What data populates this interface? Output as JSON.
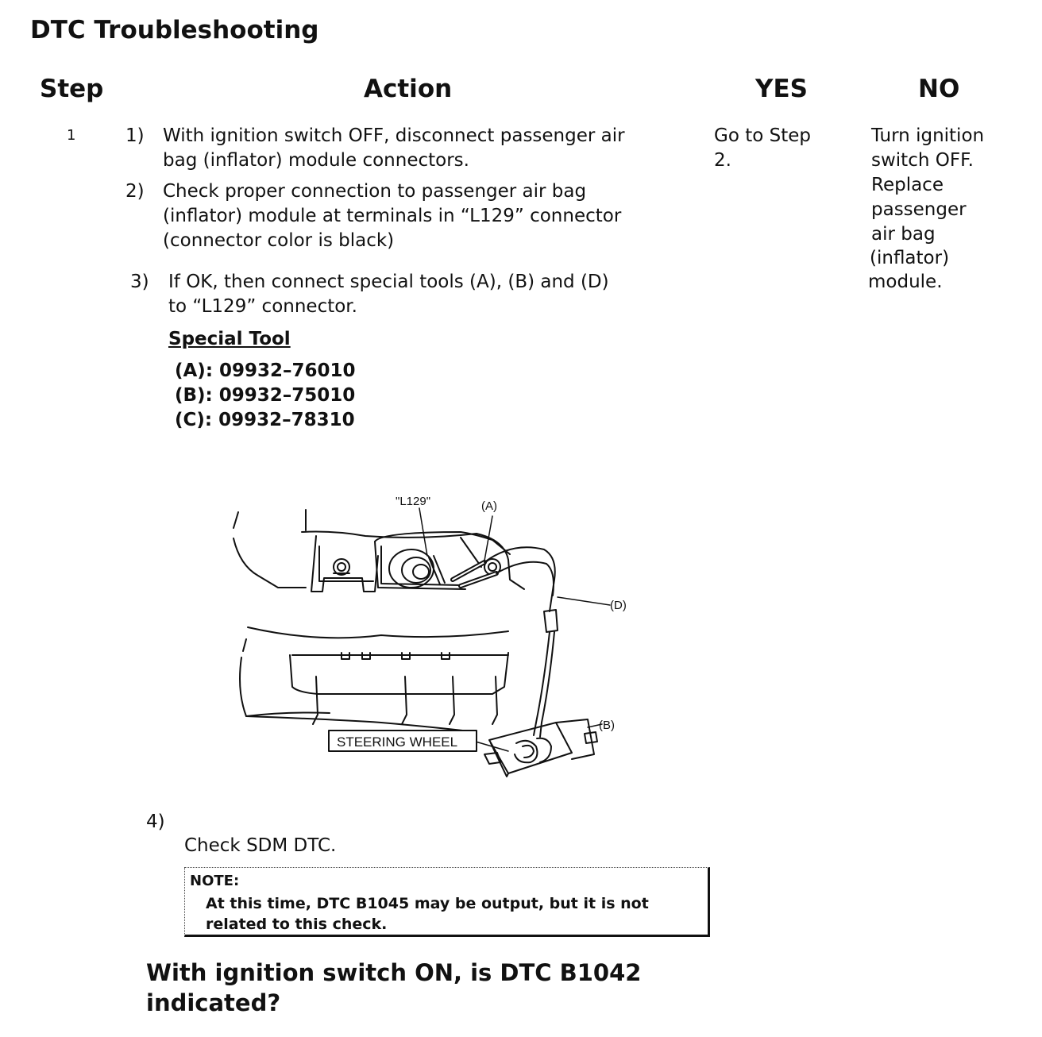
{
  "title": "DTC Troubleshooting",
  "headers": {
    "step": "Step",
    "action": "Action",
    "yes": "YES",
    "no": "NO"
  },
  "step_number": "1",
  "actions": {
    "a1": {
      "num": "1)",
      "lines": [
        "With ignition switch OFF, disconnect passenger air",
        "bag (inflator) module connectors."
      ]
    },
    "a2": {
      "num": "2)",
      "lines": [
        "Check proper connection to passenger air bag",
        "(inflator) module at terminals in “L129” connector",
        "(connector color is black)"
      ]
    },
    "a3": {
      "num": "3)",
      "lines": [
        "If OK, then connect special tools (A), (B) and (D)",
        "to “L129” connector."
      ]
    },
    "a4": {
      "num": "4)",
      "text": "Check SDM DTC."
    }
  },
  "special_tool": {
    "heading": "Special Tool",
    "items": [
      "(A): 09932–76010",
      "(B): 09932–75010",
      "(C): 09932–78310"
    ]
  },
  "yes_lines": [
    "Go to Step",
    "2."
  ],
  "no_lines": [
    "Turn ignition",
    "switch OFF.",
    "Replace",
    "passenger",
    "air bag",
    "(inflator)",
    "module."
  ],
  "figure": {
    "label_connector": "\"L129\"",
    "label_a": "(A)",
    "label_d": "(D)",
    "label_b": "(B)",
    "label_steering": "STEERING WHEEL"
  },
  "note": {
    "label": "NOTE:",
    "lines": [
      "At this time, DTC B1045 may be output, but it is not",
      "related to this check."
    ]
  },
  "question_lines": [
    "With ignition switch ON, is DTC B1042",
    "indicated?"
  ]
}
